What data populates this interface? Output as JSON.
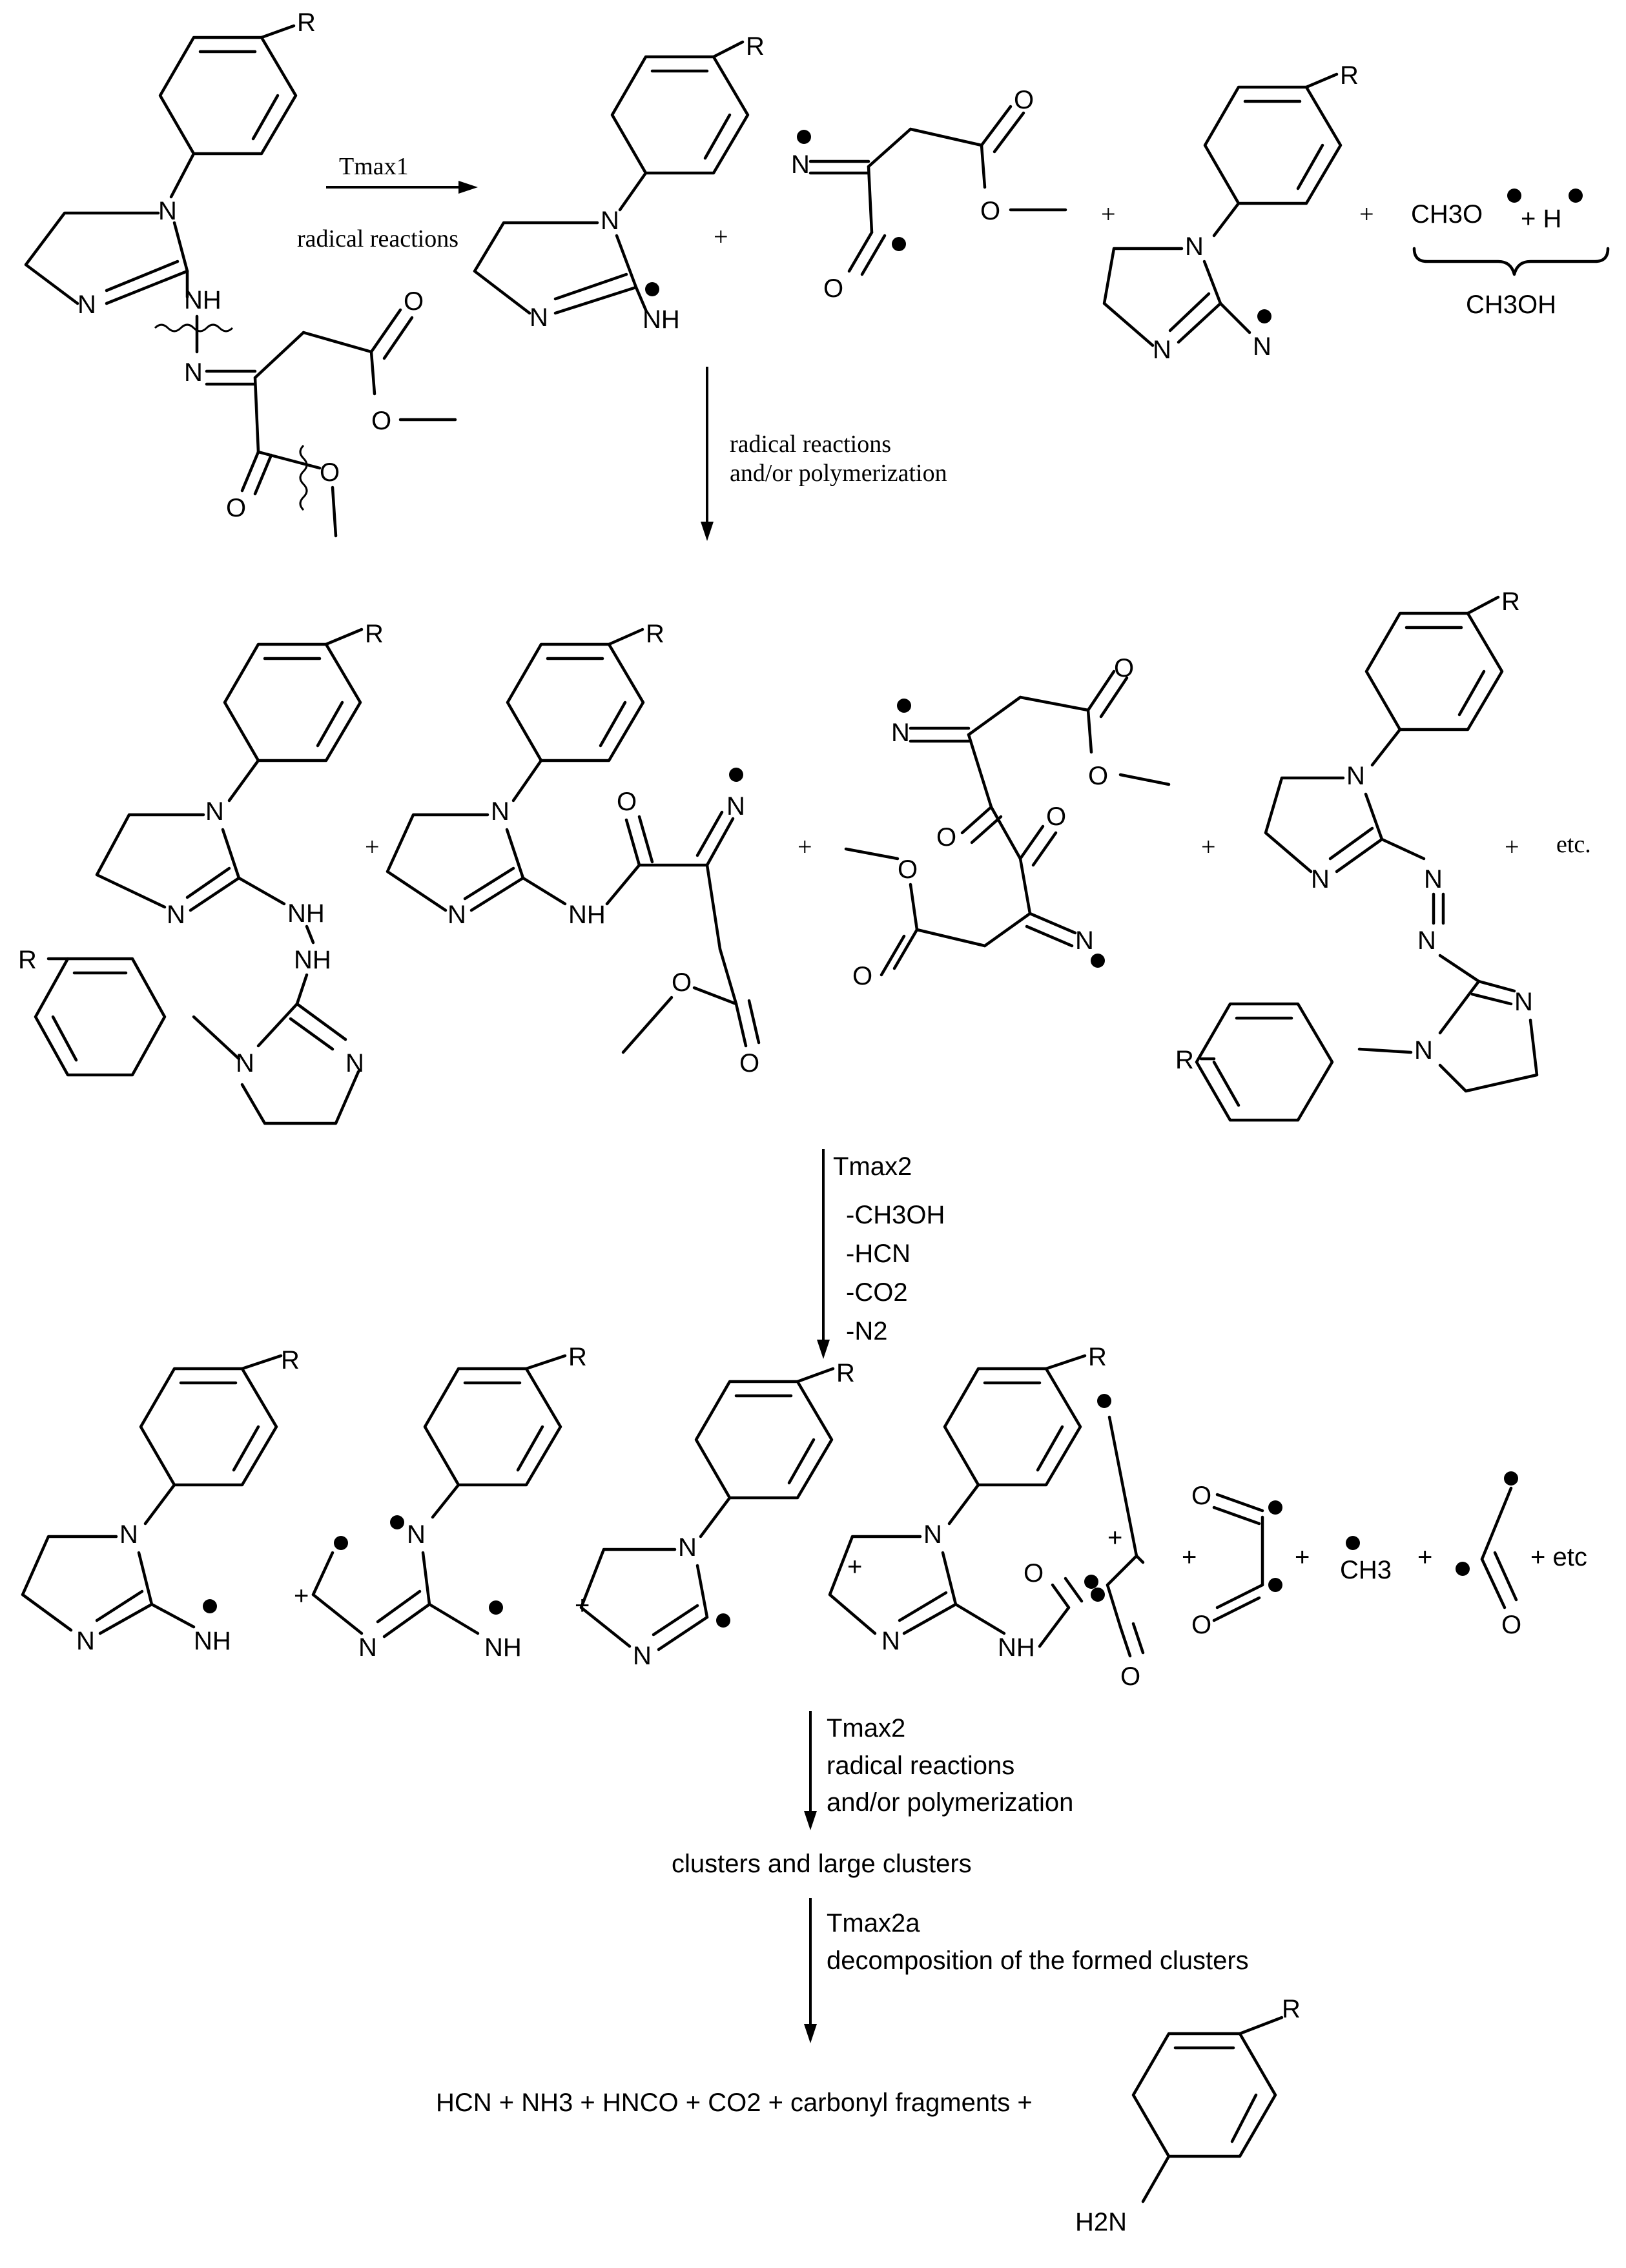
{
  "labels": {
    "R": "R",
    "N": "N",
    "NH": "NH",
    "O": "O",
    "H2N": "H2N",
    "etc": "etc.",
    "plus_etc": "+ etc",
    "CH3": "CH3"
  },
  "step1": {
    "tmax": "Tmax1",
    "description": "radical reactions",
    "methoxy_radical": "CH3O",
    "hydrogen_radical": "+ H",
    "combined_product": "CH3OH"
  },
  "step2": {
    "line1": "radical reactions",
    "line2": "and/or polymerization"
  },
  "step3": {
    "tmax": "Tmax2",
    "losses": [
      "-CH3OH",
      "-HCN",
      "-CO2",
      "-N2"
    ]
  },
  "step4": {
    "tmax": "Tmax2",
    "line1": "radical reactions",
    "line2": "and/or polymerization",
    "result": "clusters  and large clusters"
  },
  "step5": {
    "tmax": "Tmax2a",
    "description": "decomposition of the formed clusters",
    "products": "HCN + NH3 + HNCO + CO2 + carbonyl fragments +"
  }
}
